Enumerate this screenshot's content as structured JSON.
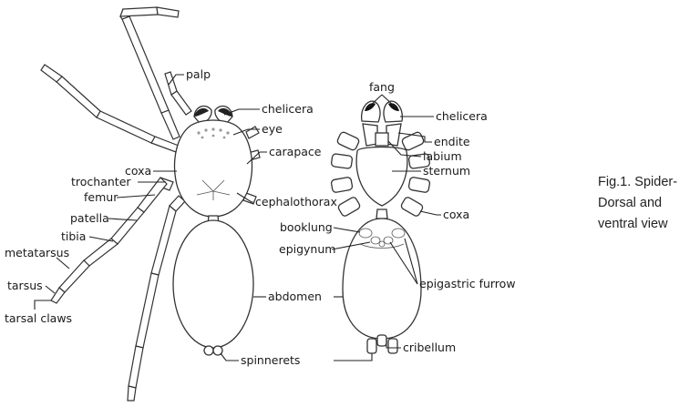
{
  "dorsal_labels": {
    "palp": "palp",
    "chelicera": "chelicera",
    "eye": "eye",
    "carapace": "carapace",
    "coxa": "coxa",
    "trochanter": "trochanter",
    "femur": "femur",
    "cephalothorax": "cephalothorax",
    "patella": "patella",
    "tibia": "tibia",
    "metatarsus": "metatarsus",
    "tarsus": "tarsus",
    "tarsal_claws": "tarsal claws",
    "abdomen": "abdomen",
    "spinnerets": "spinnerets"
  },
  "ventral_labels": {
    "fang": "fang",
    "chelicera": "chelicera",
    "endite": "endite",
    "labium": "labium",
    "sternum": "sternum",
    "coxa": "coxa",
    "booklung": "booklung",
    "epigynum": "epigynum",
    "epigastric_furrow": "epigastric furrow",
    "cribellum": "cribellum"
  },
  "caption": {
    "line1": "Fig.1. Spider-",
    "line2": "Dorsal and",
    "line3": "ventral view"
  }
}
